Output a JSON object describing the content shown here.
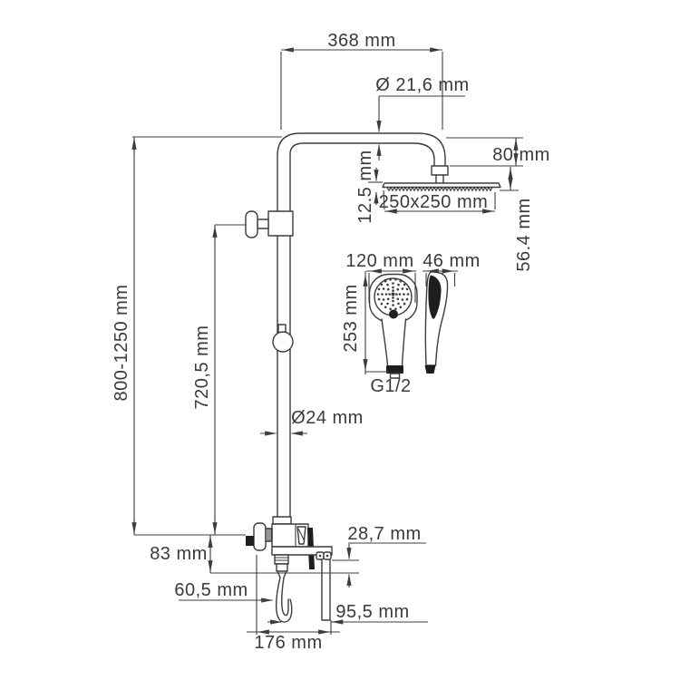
{
  "drawing": {
    "subject": "thermostatic shower system technical dimension drawing",
    "colors": {
      "line": "#3c3c3c",
      "text": "#3a3a3a",
      "dark_fill": "#1e1e1e",
      "background": "#ffffff"
    }
  },
  "dims": {
    "top_width": "368 mm",
    "pipe_diameter": "Ø 21,6 mm",
    "arm_drop": "80 mm",
    "head_thickness": "12.5 mm",
    "head_size": "250x250 mm",
    "head_offset": "56.4 mm",
    "handshower_width": "120 mm",
    "handshower_depth": "46 mm",
    "handshower_length": "253 mm",
    "thread": "G1/2",
    "height_range": "800-1250 mm",
    "rail_height": "720,5 mm",
    "rail_diameter": "Ø24 mm",
    "mixer_drop": "83 mm",
    "holder_drop": "28,7 mm",
    "spout_reach": "60,5 mm",
    "holder_reach": "95,5 mm",
    "base_depth": "176 mm"
  }
}
